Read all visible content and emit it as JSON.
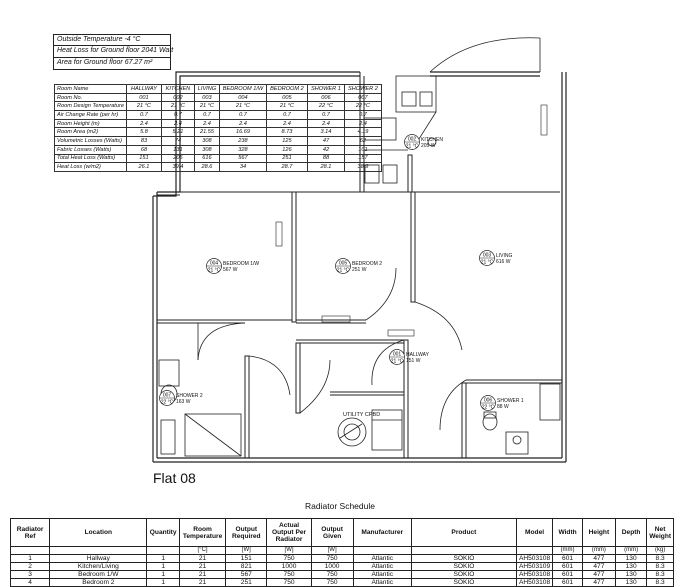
{
  "info": {
    "outside_temp": "Outside  Temperature -4 °C",
    "heat_loss": "Heat Loss for Ground floor 2041 Watt",
    "area": "Area for Ground floor 67.27 m²"
  },
  "room_table": {
    "headers": [
      "Room Name",
      "HALLWAY",
      "KITCHEN",
      "LIVING",
      "BEDROOM 1/W",
      "BEDROOM 2",
      "SHOWER 1",
      "SHOWER 2"
    ],
    "rows": [
      [
        "Room No.",
        "001",
        "002",
        "003",
        "004",
        "005",
        "006",
        "007"
      ],
      [
        "Room Design Temperature",
        "21 °C",
        "21 °C",
        "21 °C",
        "21 °C",
        "21 °C",
        "22 °C",
        "22 °C"
      ],
      [
        "Air Change Rate (per hr)",
        "0.7",
        "0.7",
        "0.7",
        "0.7",
        "0.7",
        "0.7",
        "0.7"
      ],
      [
        "Room Height (m)",
        "2.4",
        "2.4",
        "2.4",
        "2.4",
        "2.4",
        "2.4",
        "2.4"
      ],
      [
        "Room Area (m2)",
        "5.8",
        "5.21",
        "21.55",
        "16.69",
        "8.73",
        "3.14",
        "4.19"
      ],
      [
        "Volumetric Losses (Watts)",
        "83",
        "74",
        "308",
        "238",
        "125",
        "47",
        "62"
      ],
      [
        "Fabric Losses (Watts)",
        "68",
        "131",
        "308",
        "328",
        "126",
        "42",
        "101"
      ],
      [
        "Total Heat Loss (Watts)",
        "151",
        "205",
        "616",
        "567",
        "251",
        "88",
        "157"
      ],
      [
        "Heat Loss (w/m2)",
        "26.1",
        "39.4",
        "28.6",
        "34",
        "28.7",
        "28.1",
        "38.9"
      ]
    ]
  },
  "tags": [
    {
      "no": "004",
      "temp": "21 °C",
      "name": "BEDROOM 1/W",
      "watts": "567 W"
    },
    {
      "no": "005",
      "temp": "21 °C",
      "name": "BEDROOM 2",
      "watts": "251 W"
    },
    {
      "no": "003",
      "temp": "21 °C",
      "name": "LIVING",
      "watts": "616 W"
    },
    {
      "no": "002",
      "temp": "21 °C",
      "name": "KITCHEN",
      "watts": "205 W"
    },
    {
      "no": "001",
      "temp": "21 °C",
      "name": "HALLWAY",
      "watts": "151 W"
    },
    {
      "no": "007",
      "temp": "22 °C",
      "name": "SHOWER 2",
      "watts": "163 W"
    },
    {
      "no": "006",
      "temp": "22 °C",
      "name": "SHOWER 1",
      "watts": "88 W"
    }
  ],
  "utility_label": "UTILITY CPBD",
  "flat_title": "Flat 08",
  "schedule": {
    "title": "Radiator Schedule",
    "headers": [
      "Radiator Ref",
      "Location",
      "Quantity",
      "Room Temperature",
      "Output Required",
      "Actual Output Per Radiator",
      "Output Given",
      "Manufacturer",
      "Product",
      "Model",
      "Width",
      "Height",
      "Depth",
      "Net Weight"
    ],
    "units": [
      "",
      "",
      "",
      "[°C]",
      "[W]",
      "[W]",
      "[W]",
      "",
      "",
      "",
      "(mm)",
      "(mm)",
      "(mm)",
      "(kg)"
    ],
    "rows": [
      [
        "1",
        "Hallway",
        "1",
        "21",
        "151",
        "750",
        "750",
        "Atlantic",
        "SOKIO",
        "AH503108",
        "601",
        "477",
        "130",
        "8.3"
      ],
      [
        "2",
        "Kitchen/Living",
        "1",
        "21",
        "821",
        "1000",
        "1000",
        "Atlantic",
        "SOKIO",
        "AH503109",
        "601",
        "477",
        "130",
        "8.3"
      ],
      [
        "3",
        "Bedroom 1/W",
        "1",
        "21",
        "567",
        "750",
        "750",
        "Atlantic",
        "SOKIO",
        "AH503108",
        "601",
        "477",
        "130",
        "8.3"
      ],
      [
        "4",
        "Bedroom 2",
        "1",
        "21",
        "251",
        "750",
        "750",
        "Atlantic",
        "SOKIO",
        "AH503108",
        "601",
        "477",
        "130",
        "8.3"
      ]
    ]
  }
}
